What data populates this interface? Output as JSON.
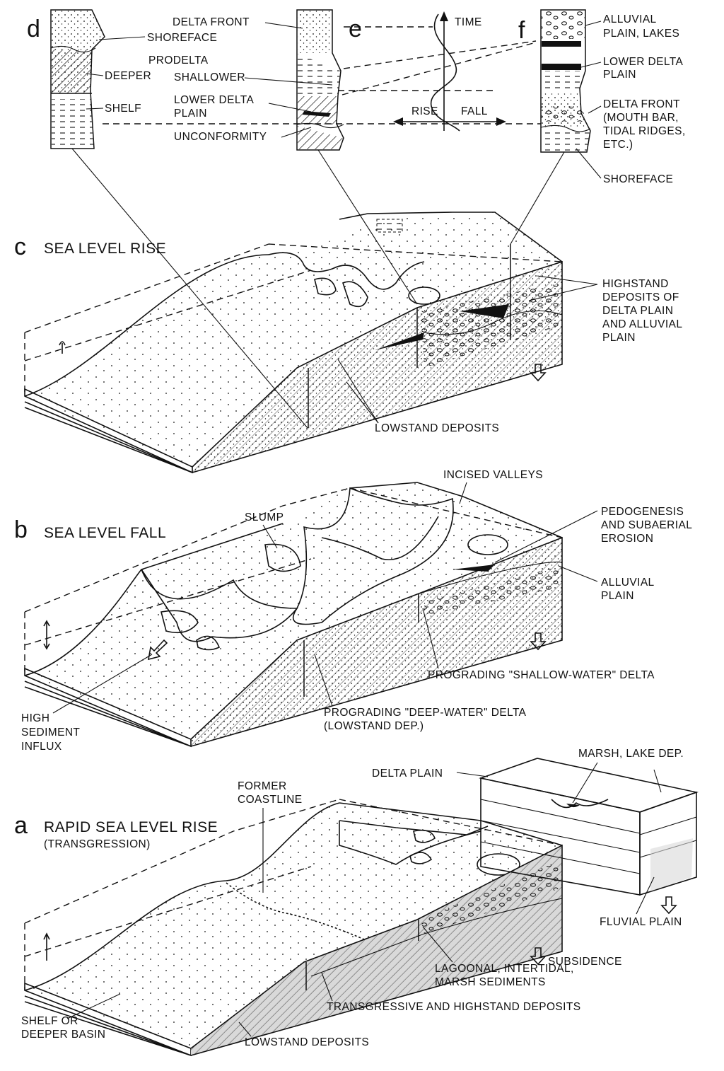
{
  "columns": {
    "d": {
      "letter": "d",
      "labels": [
        "SHOREFACE",
        "DEEPER",
        "SHELF"
      ]
    },
    "e": {
      "letter": "e",
      "labels": [
        "DELTA FRONT",
        "PRODELTA",
        "SHALLOWER",
        "LOWER DELTA",
        "PLAIN",
        "UNCONFORMITY"
      ]
    },
    "f": {
      "letter": "f",
      "labels": [
        "ALLUVIAL",
        "PLAIN, LAKES",
        "LOWER DELTA",
        "PLAIN",
        "DELTA FRONT",
        "(MOUTH BAR,",
        "TIDAL RIDGES,",
        "ETC.)",
        "SHOREFACE"
      ]
    }
  },
  "sea_level_curve": {
    "time_label": "TIME",
    "rise_label": "RISE",
    "fall_label": "FALL"
  },
  "panel_c": {
    "letter": "c",
    "title": "SEA LEVEL RISE",
    "labels": [
      "HIGHSTAND",
      "DEPOSITS OF",
      "DELTA PLAIN",
      "AND ALLUVIAL",
      "PLAIN",
      "LOWSTAND DEPOSITS"
    ]
  },
  "panel_b": {
    "letter": "b",
    "title": "SEA LEVEL FALL",
    "labels": [
      "INCISED VALLEYS",
      "SLUMP",
      "PEDOGENESIS",
      "AND SUBAERIAL",
      "EROSION",
      "ALLUVIAL",
      "PLAIN",
      "PROGRADING \"SHALLOW-WATER\" DELTA",
      "PROGRADING \"DEEP-WATER\" DELTA",
      "(LOWSTAND DEP.)",
      "HIGH",
      "SEDIMENT",
      "INFLUX"
    ]
  },
  "panel_a": {
    "letter": "a",
    "title": "RAPID SEA LEVEL RISE",
    "subtitle": "(TRANSGRESSION)",
    "labels": [
      "FORMER",
      "COASTLINE",
      "DELTA PLAIN",
      "MARSH, LAKE DEP.",
      "FLUVIAL PLAIN",
      "SUBSIDENCE",
      "LAGOONAL, INTERTIDAL,",
      "MARSH SEDIMENTS",
      "TRANSGRESSIVE AND HIGHSTAND DEPOSITS",
      "SHELF OR",
      "DEEPER BASIN",
      "LOWSTAND DEPOSITS"
    ]
  },
  "colors": {
    "ink": "#111111",
    "paper": "#ffffff",
    "section_fill": "#d9d9d9"
  }
}
